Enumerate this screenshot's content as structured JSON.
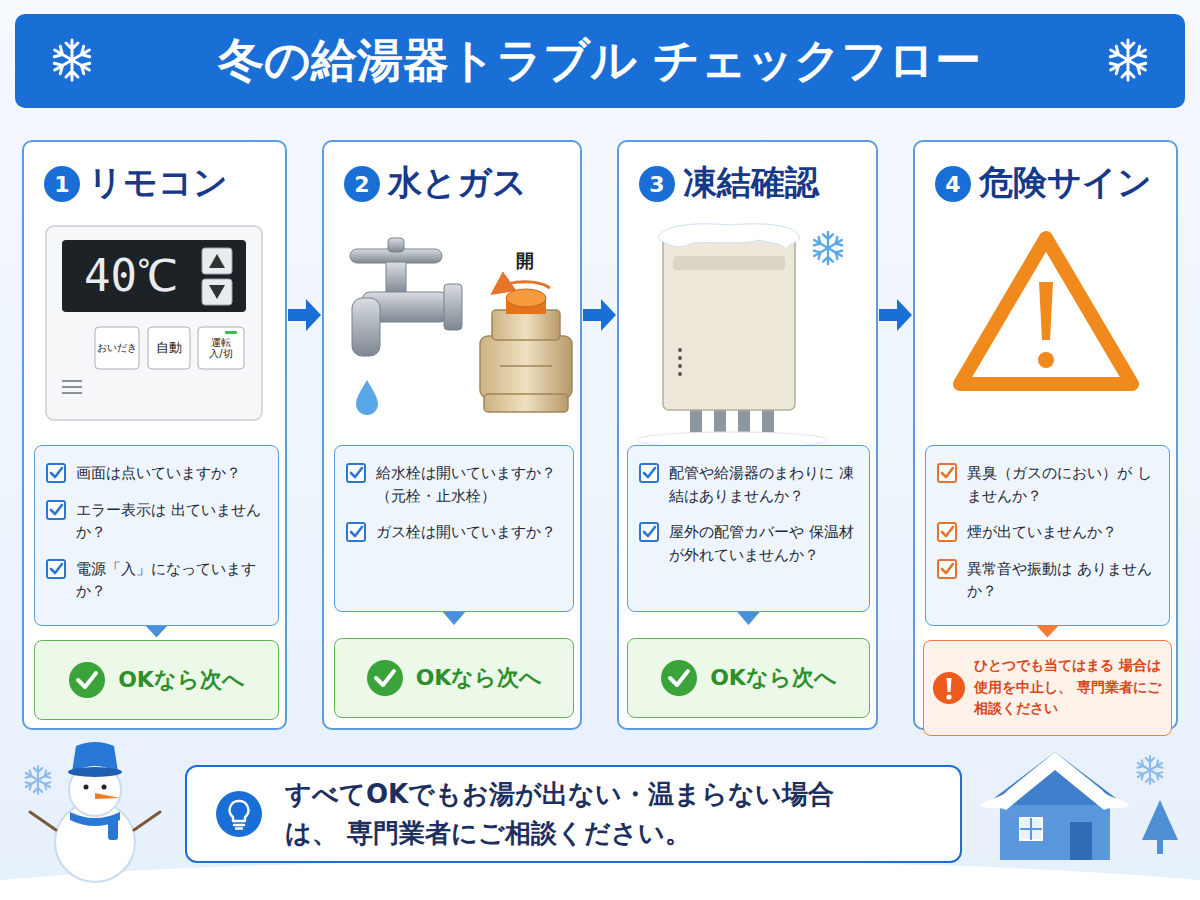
{
  "diagram": {
    "title": "冬の給湯器トラブル チェックフロー",
    "nodes": [
      {
        "text": [
          "リモコン"
        ]
      },
      {
        "text": [
          "1"
        ],
        "in": 0
      },
      {
        "text": [
          "画面は点いていますか？",
          "エラー表示は 出ていませんか？",
          "電源「入」になっていますか？"
        ],
        "in": 0
      },
      {
        "text": [
          "OKなら次へ"
        ],
        "in": 0
      },
      {
        "text": [
          "水とガス"
        ]
      },
      {
        "text": [
          "2"
        ],
        "in": 4
      },
      {
        "text": [
          "給水栓は開いていますか？ （元栓・止水栓）",
          "ガス栓は開いていますか？"
        ],
        "in": 4
      },
      {
        "text": [
          "OKなら次へ"
        ],
        "in": 4
      },
      {
        "text": [
          "凍結確認"
        ]
      },
      {
        "text": [
          "3"
        ],
        "in": 8
      },
      {
        "text": [
          "配管や給湯器のまわりに 凍結はありませんか？",
          "屋外の配管カバーや 保温材が外れていませんか？"
        ],
        "in": 8
      },
      {
        "text": [
          "OKなら次へ"
        ],
        "in": 8
      },
      {
        "text": [
          "危険サイン"
        ]
      },
      {
        "text": [
          "4"
        ],
        "in": 12
      },
      {
        "text": [
          "異臭（ガスのにおい）が しませんか？",
          "煙が出ていませんか？",
          "異常音や振動は ありませんか？"
        ],
        "in": 12
      },
      {
        "text": [
          "ひとつでも当てはまる 場合は使用を中止し、 専門業者にご相談ください"
        ],
        "in": 12
      },
      {
        "text": [
          "すべてOKでもお湯が出ない・温まらない場合は、 専門業者にご相談ください。"
        ]
      }
    ],
    "edges": [
      {
        "from": 0,
        "to": 4,
        "arrow": "to"
      },
      {
        "from": 4,
        "to": 8,
        "arrow": "to"
      },
      {
        "from": 8,
        "to": 12,
        "arrow": "to"
      },
      {
        "from": 2,
        "to": 3,
        "arrow": "to"
      },
      {
        "from": 6,
        "to": 7,
        "arrow": "to"
      },
      {
        "from": 10,
        "to": 11,
        "arrow": "to"
      },
      {
        "from": 14,
        "to": 15,
        "arrow": "to"
      }
    ],
    "labels": [
      "40℃",
      "おいだき",
      "自動",
      "運転 入/切",
      "開"
    ]
  }
}
